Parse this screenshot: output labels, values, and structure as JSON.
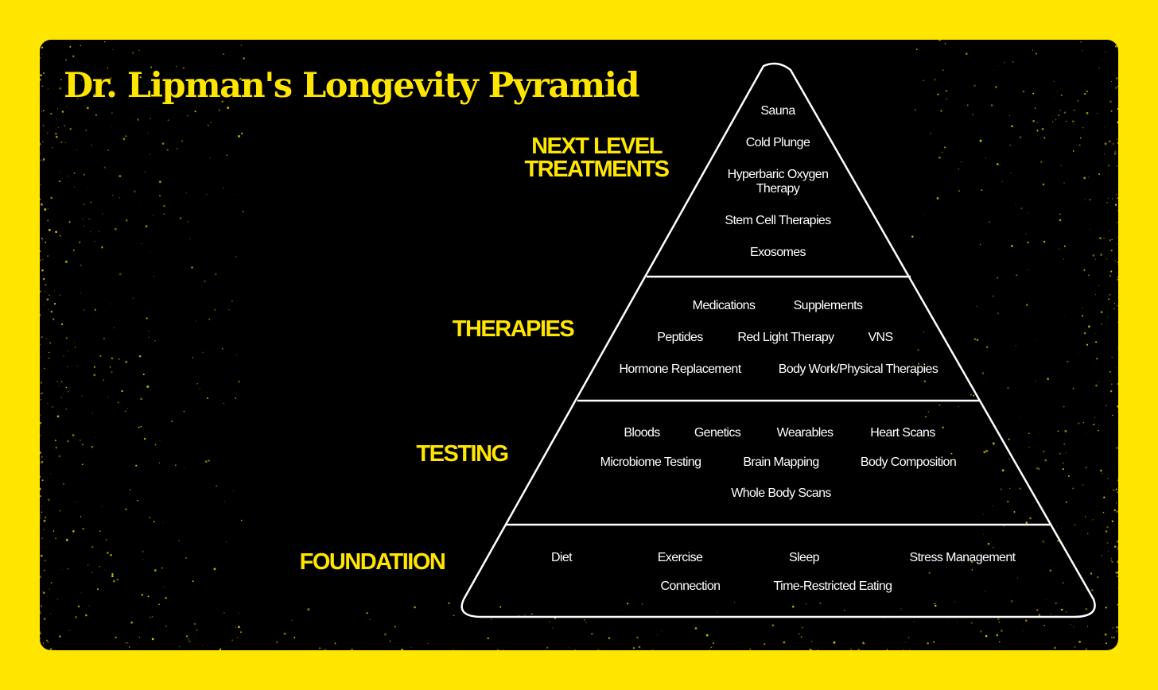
{
  "title": "Dr. Lipman's Longevity Pyramid",
  "colors": {
    "accent": "#ffe600",
    "background": "#000000",
    "text": "#ffffff",
    "outline": "#ffffff"
  },
  "tiers": [
    {
      "label": "NEXT LEVEL TREATMENTS",
      "items": [
        "Sauna",
        "Cold Plunge",
        "Hyperbaric Oxygen Therapy",
        "Stem Cell Therapies",
        "Exosomes"
      ]
    },
    {
      "label": "THERAPIES",
      "items": [
        "Medications",
        "Supplements",
        "Peptides",
        "Red Light Therapy",
        "VNS",
        "Hormone Replacement",
        "Body Work/Physical Therapies"
      ]
    },
    {
      "label": "TESTING",
      "items": [
        "Bloods",
        "Genetics",
        "Wearables",
        "Heart Scans",
        "Microbiome Testing",
        "Brain Mapping",
        "Body Composition",
        "Whole Body Scans"
      ]
    },
    {
      "label": "FOUNDATIION",
      "items": [
        "Diet",
        "Exercise",
        "Sleep",
        "Stress Management",
        "Connection",
        "Time-Restricted Eating"
      ]
    }
  ]
}
